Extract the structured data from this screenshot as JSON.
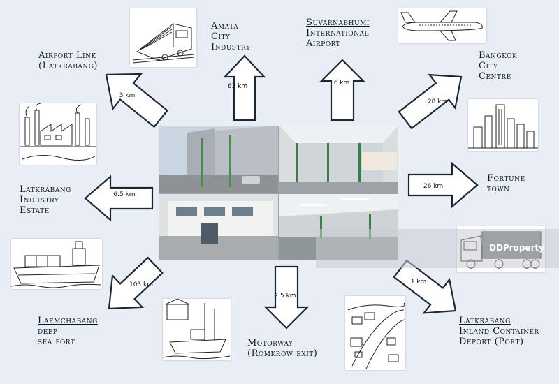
{
  "destinations": {
    "airport_link": {
      "lines": [
        "Airport Link",
        "(Latkrabang)"
      ],
      "distance": "3 km"
    },
    "amata": {
      "lines": [
        "Amata",
        "City",
        "Industry"
      ],
      "distance": "63 km"
    },
    "suvarnabhumi": {
      "lines": [
        "Suvarnabhumi",
        "International",
        "Airport"
      ],
      "distance": "6 km"
    },
    "bangkok": {
      "lines": [
        "Bangkok",
        "City",
        "Centre"
      ],
      "distance": "28 km"
    },
    "fortune": {
      "lines": [
        "Fortune",
        "town"
      ],
      "distance": "26 km"
    },
    "latkrabang_inland": {
      "lines": [
        "Latkrabang",
        "Inland Container",
        "Deport (Port)"
      ],
      "distance": "1 km"
    },
    "motorway": {
      "lines": [
        "Motorway",
        "(Romkrow exit)"
      ],
      "distance": "2.5 km"
    },
    "laemchabang": {
      "lines": [
        "Laemchabang",
        "deep",
        "sea port"
      ],
      "distance": "103 km"
    },
    "latkrabang_estate": {
      "lines": [
        "Latkrabang",
        "Industry",
        "Estate"
      ],
      "distance": "6.5 km"
    }
  },
  "watermark": "DDProperty",
  "colors": {
    "arrow_stroke": "#1b2733",
    "arrow_fill": "#ffffff",
    "background": "#e9eef5",
    "label": "#0e1a2a"
  }
}
